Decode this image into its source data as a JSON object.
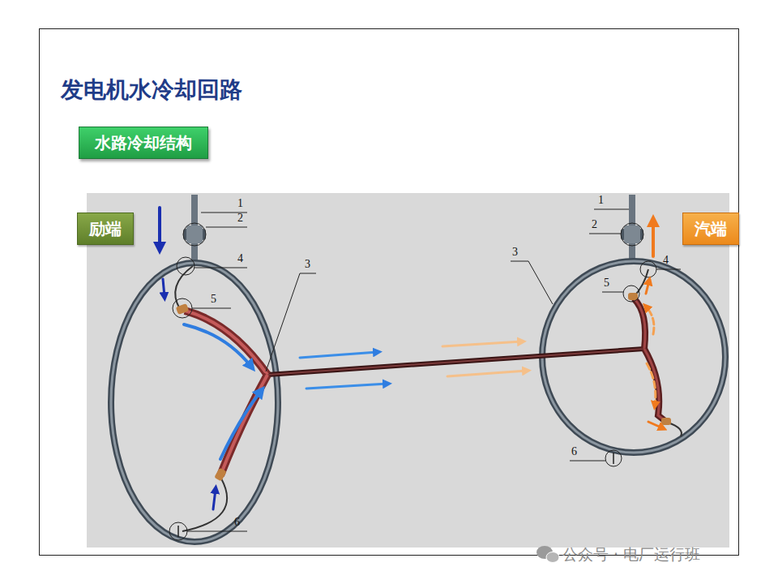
{
  "diagram": {
    "title": "发电机水冷却回路",
    "nodes": [
      {
        "text": [
          "水路冷却结构"
        ]
      },
      {
        "text": [
          "励端"
        ]
      },
      {
        "text": [
          "汽端"
        ]
      }
    ],
    "labels": [
      "1",
      "2",
      "4",
      "3",
      "5",
      "6",
      "1",
      "2",
      "3",
      "4",
      "5",
      "6",
      "公众号 · 电厂运行班"
    ]
  }
}
